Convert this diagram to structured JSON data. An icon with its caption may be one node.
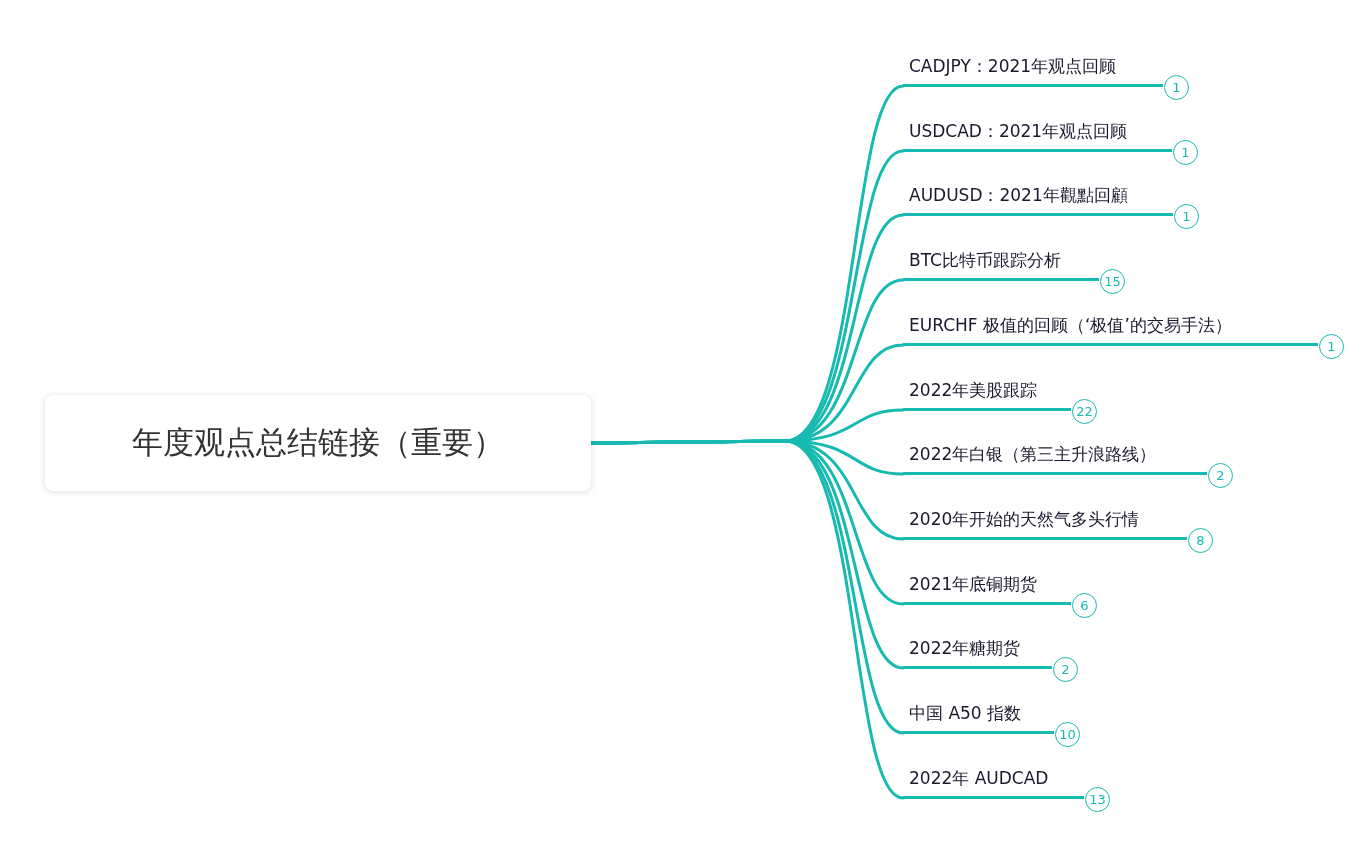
{
  "diagram": {
    "nodes": [
      {
        "text": [
          "年度观点总结链接（重要）"
        ]
      },
      {
        "text": [
          "CADJPY：2021年观点回顾"
        ],
        "beside": [
          "1"
        ]
      },
      {
        "text": [
          "USDCAD：2021年观点回顾"
        ],
        "beside": [
          "1"
        ]
      },
      {
        "text": [
          "AUDUSD：2021年觀點回顧"
        ],
        "beside": [
          "1"
        ]
      },
      {
        "text": [
          "BTC比特币跟踪分析"
        ],
        "beside": [
          "15"
        ]
      },
      {
        "text": [
          "EURCHF 极值的回顾（‘极值’的交易手法）"
        ],
        "beside": [
          "1"
        ]
      },
      {
        "text": [
          "2022年美股跟踪"
        ],
        "beside": [
          "22"
        ]
      },
      {
        "text": [
          "2022年白银（第三主升浪路线）"
        ],
        "beside": [
          "2"
        ]
      },
      {
        "text": [
          "2020年开始的天然气多头行情"
        ],
        "beside": [
          "8"
        ]
      },
      {
        "text": [
          "2021年底铜期货"
        ],
        "beside": [
          "6"
        ]
      },
      {
        "text": [
          "2022年糖期货"
        ],
        "beside": [
          "2"
        ]
      },
      {
        "text": [
          "中国 A50 指数"
        ],
        "beside": [
          "10"
        ]
      },
      {
        "text": [
          "2022年 AUDCAD"
        ],
        "beside": [
          "13"
        ]
      }
    ],
    "edges": [
      {
        "from": 0,
        "to": 1,
        "arrow": "none"
      },
      {
        "from": 0,
        "to": 2,
        "arrow": "none"
      },
      {
        "from": 0,
        "to": 3,
        "arrow": "none"
      },
      {
        "from": 0,
        "to": 4,
        "arrow": "none"
      },
      {
        "from": 0,
        "to": 5,
        "arrow": "none"
      },
      {
        "from": 0,
        "to": 6,
        "arrow": "none"
      },
      {
        "from": 0,
        "to": 7,
        "arrow": "none"
      },
      {
        "from": 0,
        "to": 8,
        "arrow": "none"
      },
      {
        "from": 0,
        "to": 9,
        "arrow": "none"
      },
      {
        "from": 0,
        "to": 10,
        "arrow": "none"
      },
      {
        "from": 0,
        "to": 11,
        "arrow": "none"
      },
      {
        "from": 0,
        "to": 12,
        "arrow": "none"
      }
    ]
  }
}
